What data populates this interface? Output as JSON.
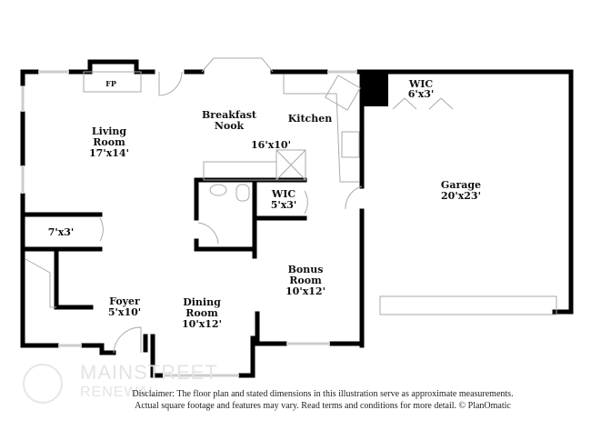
{
  "rooms": {
    "living": {
      "name1": "Living",
      "name2": "Room",
      "size": "17'x14'"
    },
    "breakfast": {
      "name1": "Breakfast",
      "name2": "Nook",
      "size": "16'x10'"
    },
    "kitchen": {
      "name": "Kitchen"
    },
    "wic_upper": {
      "name": "WIC",
      "size": "6'x3'"
    },
    "garage": {
      "name": "Garage",
      "size": "20'x23'"
    },
    "wic_mid": {
      "name": "WIC",
      "size": "5'x3'"
    },
    "closet": {
      "size": "7'x3'"
    },
    "bonus": {
      "name1": "Bonus",
      "name2": "Room",
      "size": "10'x12'"
    },
    "foyer": {
      "name": "Foyer",
      "size": "5'x10'"
    },
    "dining": {
      "name1": "Dining",
      "name2": "Room",
      "size": "10'x12'"
    },
    "fireplace": {
      "name": "FP"
    }
  },
  "watermark": {
    "line1": "MAINSTREET",
    "line2": "RENEWAL"
  },
  "disclaimer": {
    "line1": "Disclaimer: The floor plan and stated dimensions in this illustration serve as approximate measurements.",
    "line2": "Actual square footage and features may vary. Read terms and conditions for more detail. © PlanOmatic"
  },
  "colors": {
    "wall": "#000000",
    "fixture": "#aaaaaa"
  }
}
